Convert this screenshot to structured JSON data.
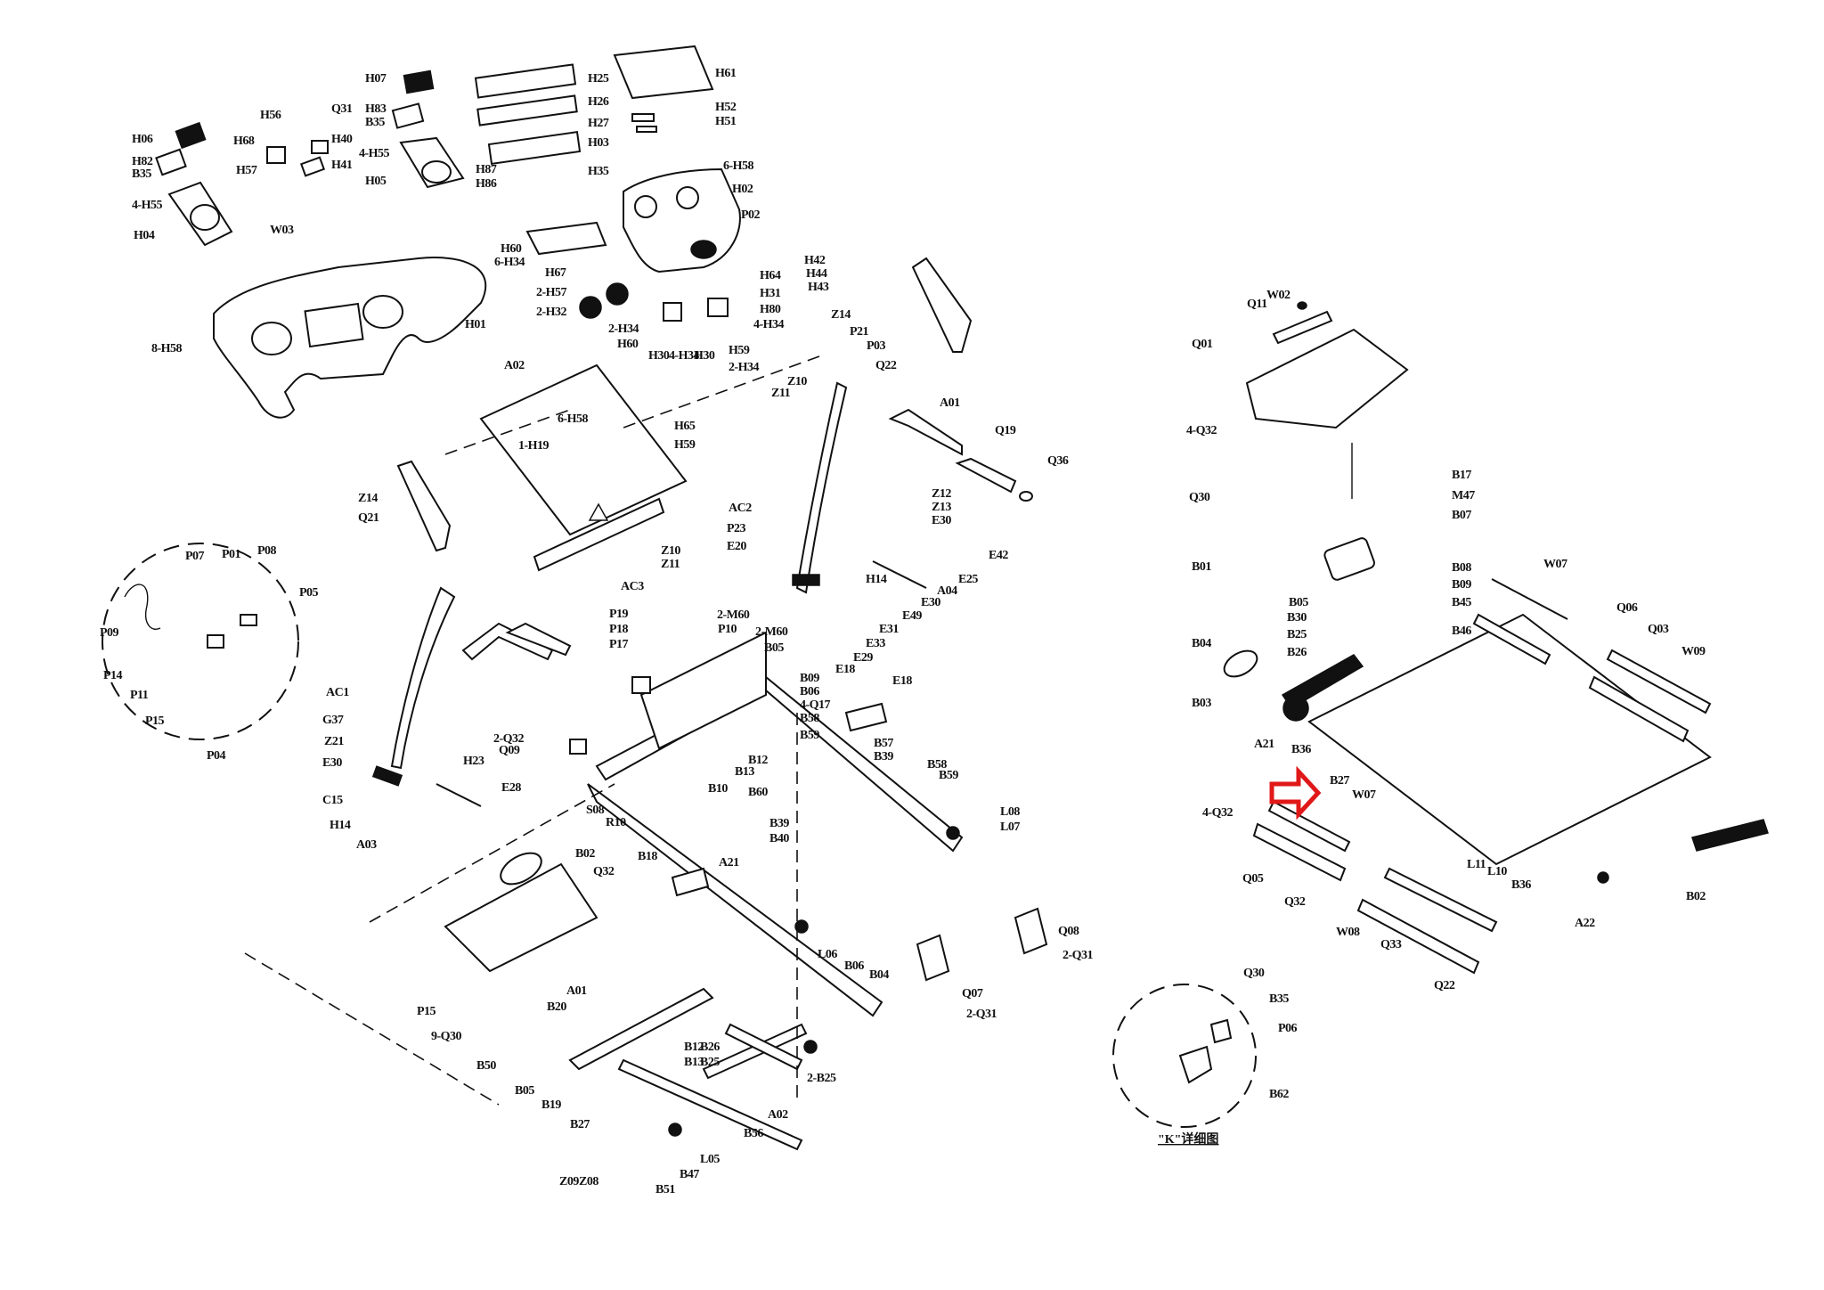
{
  "diagram": {
    "title": "Treadmill exploded parts diagram",
    "type": "exploded-view",
    "highlight": {
      "color": "#e01818",
      "points_to": "B27",
      "shape": "arrow"
    },
    "detail_caption": "\"K\"详细图",
    "groups": {
      "console_left": [
        "H07",
        "H83",
        "B35",
        "4-H55",
        "H05",
        "H06",
        "H82",
        "H34",
        "H04",
        "H56",
        "H68",
        "H57",
        "Q31",
        "H40",
        "H41",
        "W03",
        "8-H58",
        "H01"
      ],
      "console_center": [
        "H25",
        "H26",
        "H27",
        "H03",
        "H87",
        "H86",
        "H35",
        "H61",
        "H52",
        "H51",
        "6-H58",
        "H02",
        "P02",
        "H60",
        "6-H34",
        "H67",
        "2-H57",
        "2-H32",
        "2-H34",
        "H60b",
        "H30",
        "4-H34",
        "H30b",
        "H59",
        "2-H34b",
        "H64",
        "H31",
        "H80",
        "4-H34b"
      ],
      "upright_right": [
        "H42",
        "H44",
        "H43",
        "Z14",
        "Q22",
        "P21",
        "P03",
        "Z10",
        "Z11",
        "A01",
        "Q19",
        "Q36",
        "Z12",
        "Z13",
        "E30",
        "AC2",
        "P23",
        "E20",
        "H14",
        "E42",
        "E25",
        "E30b",
        "A04",
        "E49",
        "E31",
        "E33",
        "E29",
        "E18"
      ],
      "upright_left": [
        "Z14b",
        "Q21",
        "AC1",
        "G37",
        "Z21",
        "E30c",
        "C15",
        "H14b",
        "H23",
        "E28",
        "A03"
      ],
      "crossbar": [
        "A02",
        "6-H58b",
        "1-H19",
        "H65",
        "H59b",
        "Z10b",
        "Z11b",
        "AC3"
      ],
      "wiring_callout": [
        "P07",
        "P01",
        "P08",
        "P05",
        "P09",
        "P14",
        "P11",
        "P15",
        "P04"
      ],
      "frame": [
        "P19",
        "P18",
        "P17",
        "2-M60",
        "P10",
        "2-M60b",
        "B05",
        "2-Q32",
        "Q09",
        "B09",
        "B06",
        "4-Q17",
        "B58",
        "B59",
        "B12",
        "B13",
        "B10",
        "B60",
        "B57",
        "B39",
        "B58b",
        "B59b",
        "L08",
        "L07",
        "S08",
        "R10",
        "B18",
        "B39b",
        "B40",
        "A21",
        "B02",
        "Q32",
        "P15b",
        "9-Q30",
        "Q08",
        "2-Q31",
        "L06",
        "B06b",
        "B04",
        "Q07",
        "2-Q31b"
      ],
      "incline_base": [
        "A01b",
        "B20",
        "B05b",
        "B50",
        "B19",
        "B27",
        "B12b",
        "B13b",
        "B26",
        "B25",
        "2-B25",
        "A02b",
        "B56",
        "Z09",
        "Z08",
        "B51",
        "B47",
        "L05"
      ],
      "motor_cover": [
        "Q11",
        "W02",
        "Q01",
        "4-Q32",
        "Q30"
      ],
      "motor_deck": [
        "B17",
        "M47",
        "B07",
        "B01",
        "B08",
        "B09",
        "B45",
        "B46",
        "B05",
        "B30",
        "B25",
        "B26",
        "B04",
        "B03",
        "A21",
        "B36",
        "W07",
        "Q06",
        "Q03",
        "W09",
        "B27",
        "4-Q32",
        "Q05",
        "Q32",
        "W08",
        "Q33",
        "Q22",
        "L11",
        "L10",
        "B36b",
        "A22",
        "B02"
      ],
      "k_detail": [
        "Q30",
        "B35",
        "P06",
        "B62"
      ]
    },
    "labels": [
      {
        "id": "H07",
        "text": "H07"
      },
      {
        "id": "H83",
        "text": "H83"
      },
      {
        "id": "B35a",
        "text": "B35"
      },
      {
        "id": "4-H55a",
        "text": "4-H55"
      },
      {
        "id": "H05",
        "text": "H05"
      },
      {
        "id": "H06",
        "text": "H06"
      },
      {
        "id": "H82",
        "text": "H82"
      },
      {
        "id": "B35b",
        "text": "B35"
      },
      {
        "id": "4-H55b",
        "text": "4-H55"
      },
      {
        "id": "H04",
        "text": "H04"
      },
      {
        "id": "H56",
        "text": "H56"
      },
      {
        "id": "H68",
        "text": "H68"
      },
      {
        "id": "H57",
        "text": "H57"
      },
      {
        "id": "Q31",
        "text": "Q31"
      },
      {
        "id": "H40",
        "text": "H40"
      },
      {
        "id": "H41",
        "text": "H41"
      },
      {
        "id": "W03",
        "text": "W03"
      },
      {
        "id": "8-H58",
        "text": "8-H58"
      },
      {
        "id": "H01",
        "text": "H01"
      },
      {
        "id": "H25",
        "text": "H25"
      },
      {
        "id": "H26",
        "text": "H26"
      },
      {
        "id": "H27",
        "text": "H27"
      },
      {
        "id": "H03",
        "text": "H03"
      },
      {
        "id": "H87",
        "text": "H87"
      },
      {
        "id": "H86",
        "text": "H86"
      },
      {
        "id": "H35",
        "text": "H35"
      },
      {
        "id": "H61",
        "text": "H61"
      },
      {
        "id": "H52",
        "text": "H52"
      },
      {
        "id": "H51",
        "text": "H51"
      },
      {
        "id": "6-H58",
        "text": "6-H58"
      },
      {
        "id": "H02",
        "text": "H02"
      },
      {
        "id": "P02",
        "text": "P02"
      },
      {
        "id": "H60a",
        "text": "H60"
      },
      {
        "id": "6-H34",
        "text": "6-H34"
      },
      {
        "id": "H67",
        "text": "H67"
      },
      {
        "id": "2-H57",
        "text": "2-H57"
      },
      {
        "id": "2-H32",
        "text": "2-H32"
      },
      {
        "id": "2-H34a",
        "text": "2-H34"
      },
      {
        "id": "H60b",
        "text": "H60"
      },
      {
        "id": "H30a",
        "text": "H30"
      },
      {
        "id": "4-H34a",
        "text": "4-H34"
      },
      {
        "id": "H30b",
        "text": "H30"
      },
      {
        "id": "H59a",
        "text": "H59"
      },
      {
        "id": "2-H34b",
        "text": "2-H34"
      },
      {
        "id": "H64",
        "text": "H64"
      },
      {
        "id": "H31",
        "text": "H31"
      },
      {
        "id": "H80",
        "text": "H80"
      },
      {
        "id": "4-H34b",
        "text": "4-H34"
      },
      {
        "id": "H42",
        "text": "H42"
      },
      {
        "id": "H44",
        "text": "H44"
      },
      {
        "id": "H43",
        "text": "H43"
      },
      {
        "id": "Z14a",
        "text": "Z14"
      },
      {
        "id": "Q22a",
        "text": "Q22"
      },
      {
        "id": "P21",
        "text": "P21"
      },
      {
        "id": "P03",
        "text": "P03"
      },
      {
        "id": "Z10a",
        "text": "Z10"
      },
      {
        "id": "Z11a",
        "text": "Z11"
      },
      {
        "id": "A01a",
        "text": "A01"
      },
      {
        "id": "Q19",
        "text": "Q19"
      },
      {
        "id": "Q36",
        "text": "Q36"
      },
      {
        "id": "Z12",
        "text": "Z12"
      },
      {
        "id": "Z13",
        "text": "Z13"
      },
      {
        "id": "E30a",
        "text": "E30"
      },
      {
        "id": "AC2",
        "text": "AC2"
      },
      {
        "id": "P23",
        "text": "P23"
      },
      {
        "id": "E20",
        "text": "E20"
      },
      {
        "id": "H14a",
        "text": "H14"
      },
      {
        "id": "E42",
        "text": "E42"
      },
      {
        "id": "E25",
        "text": "E25"
      },
      {
        "id": "E30b",
        "text": "E30"
      },
      {
        "id": "A04",
        "text": "A04"
      },
      {
        "id": "E49",
        "text": "E49"
      },
      {
        "id": "E31",
        "text": "E31"
      },
      {
        "id": "E33",
        "text": "E33"
      },
      {
        "id": "E29",
        "text": "E29"
      },
      {
        "id": "E18",
        "text": "E18"
      },
      {
        "id": "Z14b",
        "text": "Z14"
      },
      {
        "id": "Q21",
        "text": "Q21"
      },
      {
        "id": "AC1",
        "text": "AC1"
      },
      {
        "id": "G37",
        "text": "G37"
      },
      {
        "id": "Z21",
        "text": "Z21"
      },
      {
        "id": "E30c",
        "text": "E30"
      },
      {
        "id": "C15",
        "text": "C15"
      },
      {
        "id": "H14b",
        "text": "H14"
      },
      {
        "id": "H23",
        "text": "H23"
      },
      {
        "id": "E28",
        "text": "E28"
      },
      {
        "id": "A03",
        "text": "A03"
      },
      {
        "id": "A02a",
        "text": "A02"
      },
      {
        "id": "6-H58b",
        "text": "6-H58"
      },
      {
        "id": "1-H19",
        "text": "1-H19"
      },
      {
        "id": "H65",
        "text": "H65"
      },
      {
        "id": "H59b",
        "text": "H59"
      },
      {
        "id": "Z10b",
        "text": "Z10"
      },
      {
        "id": "Z11b",
        "text": "Z11"
      },
      {
        "id": "AC3",
        "text": "AC3"
      },
      {
        "id": "P07",
        "text": "P07"
      },
      {
        "id": "P01",
        "text": "P01"
      },
      {
        "id": "P08",
        "text": "P08"
      },
      {
        "id": "P05",
        "text": "P05"
      },
      {
        "id": "P09",
        "text": "P09"
      },
      {
        "id": "P14",
        "text": "P14"
      },
      {
        "id": "P11",
        "text": "P11"
      },
      {
        "id": "P15a",
        "text": "P15"
      },
      {
        "id": "P04",
        "text": "P04"
      },
      {
        "id": "P19",
        "text": "P19"
      },
      {
        "id": "P18",
        "text": "P18"
      },
      {
        "id": "P17",
        "text": "P17"
      },
      {
        "id": "2-M60a",
        "text": "2-M60"
      },
      {
        "id": "P10",
        "text": "P10"
      },
      {
        "id": "2-M60b",
        "text": "2-M60"
      },
      {
        "id": "B05a",
        "text": "B05"
      },
      {
        "id": "2-Q32",
        "text": "2-Q32"
      },
      {
        "id": "Q09",
        "text": "Q09"
      },
      {
        "id": "B09a",
        "text": "B09"
      },
      {
        "id": "B06a",
        "text": "B06"
      },
      {
        "id": "4-Q17",
        "text": "4-Q17"
      },
      {
        "id": "B58a",
        "text": "B58"
      },
      {
        "id": "B59a",
        "text": "B59"
      },
      {
        "id": "B12a",
        "text": "B12"
      },
      {
        "id": "B13a",
        "text": "B13"
      },
      {
        "id": "B10",
        "text": "B10"
      },
      {
        "id": "B60",
        "text": "B60"
      },
      {
        "id": "E18b",
        "text": "E18"
      },
      {
        "id": "B57",
        "text": "B57"
      },
      {
        "id": "B39a",
        "text": "B39"
      },
      {
        "id": "B58b",
        "text": "B58"
      },
      {
        "id": "B59b",
        "text": "B59"
      },
      {
        "id": "L08",
        "text": "L08"
      },
      {
        "id": "L07",
        "text": "L07"
      },
      {
        "id": "S08",
        "text": "S08"
      },
      {
        "id": "R10",
        "text": "R10"
      },
      {
        "id": "B18",
        "text": "B18"
      },
      {
        "id": "B39b",
        "text": "B39"
      },
      {
        "id": "B40",
        "text": "B40"
      },
      {
        "id": "A21a",
        "text": "A21"
      },
      {
        "id": "B02a",
        "text": "B02"
      },
      {
        "id": "Q32a",
        "text": "Q32"
      },
      {
        "id": "P15b",
        "text": "P15"
      },
      {
        "id": "9-Q30",
        "text": "9-Q30"
      },
      {
        "id": "Q08",
        "text": "Q08"
      },
      {
        "id": "2-Q31a",
        "text": "2-Q31"
      },
      {
        "id": "L06",
        "text": "L06"
      },
      {
        "id": "B06b",
        "text": "B06"
      },
      {
        "id": "B04a",
        "text": "B04"
      },
      {
        "id": "Q07",
        "text": "Q07"
      },
      {
        "id": "2-Q31b",
        "text": "2-Q31"
      },
      {
        "id": "A01b",
        "text": "A01"
      },
      {
        "id": "B20",
        "text": "B20"
      },
      {
        "id": "B05b",
        "text": "B05"
      },
      {
        "id": "B50",
        "text": "B50"
      },
      {
        "id": "B19",
        "text": "B19"
      },
      {
        "id": "B27a",
        "text": "B27"
      },
      {
        "id": "B12b",
        "text": "B12"
      },
      {
        "id": "B13b",
        "text": "B13"
      },
      {
        "id": "B26a",
        "text": "B26"
      },
      {
        "id": "B25a",
        "text": "B25"
      },
      {
        "id": "2-B25",
        "text": "2-B25"
      },
      {
        "id": "A02b",
        "text": "A02"
      },
      {
        "id": "B56",
        "text": "B56"
      },
      {
        "id": "Z09",
        "text": "Z09"
      },
      {
        "id": "Z08",
        "text": "Z08"
      },
      {
        "id": "B51",
        "text": "B51"
      },
      {
        "id": "B47",
        "text": "B47"
      },
      {
        "id": "L05",
        "text": "L05"
      },
      {
        "id": "Q11",
        "text": "Q11"
      },
      {
        "id": "W02",
        "text": "W02"
      },
      {
        "id": "Q01",
        "text": "Q01"
      },
      {
        "id": "4-Q32a",
        "text": "4-Q32"
      },
      {
        "id": "Q30a",
        "text": "Q30"
      },
      {
        "id": "B17",
        "text": "B17"
      },
      {
        "id": "M47",
        "text": "M47"
      },
      {
        "id": "B07",
        "text": "B07"
      },
      {
        "id": "B01",
        "text": "B01"
      },
      {
        "id": "B08",
        "text": "B08"
      },
      {
        "id": "B09b",
        "text": "B09"
      },
      {
        "id": "B45",
        "text": "B45"
      },
      {
        "id": "B46",
        "text": "B46"
      },
      {
        "id": "B05c",
        "text": "B05"
      },
      {
        "id": "B30",
        "text": "B30"
      },
      {
        "id": "B25b",
        "text": "B25"
      },
      {
        "id": "B26b",
        "text": "B26"
      },
      {
        "id": "B04b",
        "text": "B04"
      },
      {
        "id": "B03",
        "text": "B03"
      },
      {
        "id": "A21b",
        "text": "A21"
      },
      {
        "id": "B36a",
        "text": "B36"
      },
      {
        "id": "W07a",
        "text": "W07"
      },
      {
        "id": "Q06",
        "text": "Q06"
      },
      {
        "id": "Q03",
        "text": "Q03"
      },
      {
        "id": "W09",
        "text": "W09"
      },
      {
        "id": "B27b",
        "text": "B27"
      },
      {
        "id": "W07b",
        "text": "W07"
      },
      {
        "id": "4-Q32b",
        "text": "4-Q32"
      },
      {
        "id": "Q05",
        "text": "Q05"
      },
      {
        "id": "Q32b",
        "text": "Q32"
      },
      {
        "id": "W08",
        "text": "W08"
      },
      {
        "id": "Q33",
        "text": "Q33"
      },
      {
        "id": "Q22b",
        "text": "Q22"
      },
      {
        "id": "L11",
        "text": "L11"
      },
      {
        "id": "L10",
        "text": "L10"
      },
      {
        "id": "B36b",
        "text": "B36"
      },
      {
        "id": "A22",
        "text": "A22"
      },
      {
        "id": "B02b",
        "text": "B02"
      },
      {
        "id": "Q30b",
        "text": "Q30"
      },
      {
        "id": "B35c",
        "text": "B35"
      },
      {
        "id": "P06",
        "text": "P06"
      },
      {
        "id": "B62",
        "text": "B62"
      }
    ]
  }
}
